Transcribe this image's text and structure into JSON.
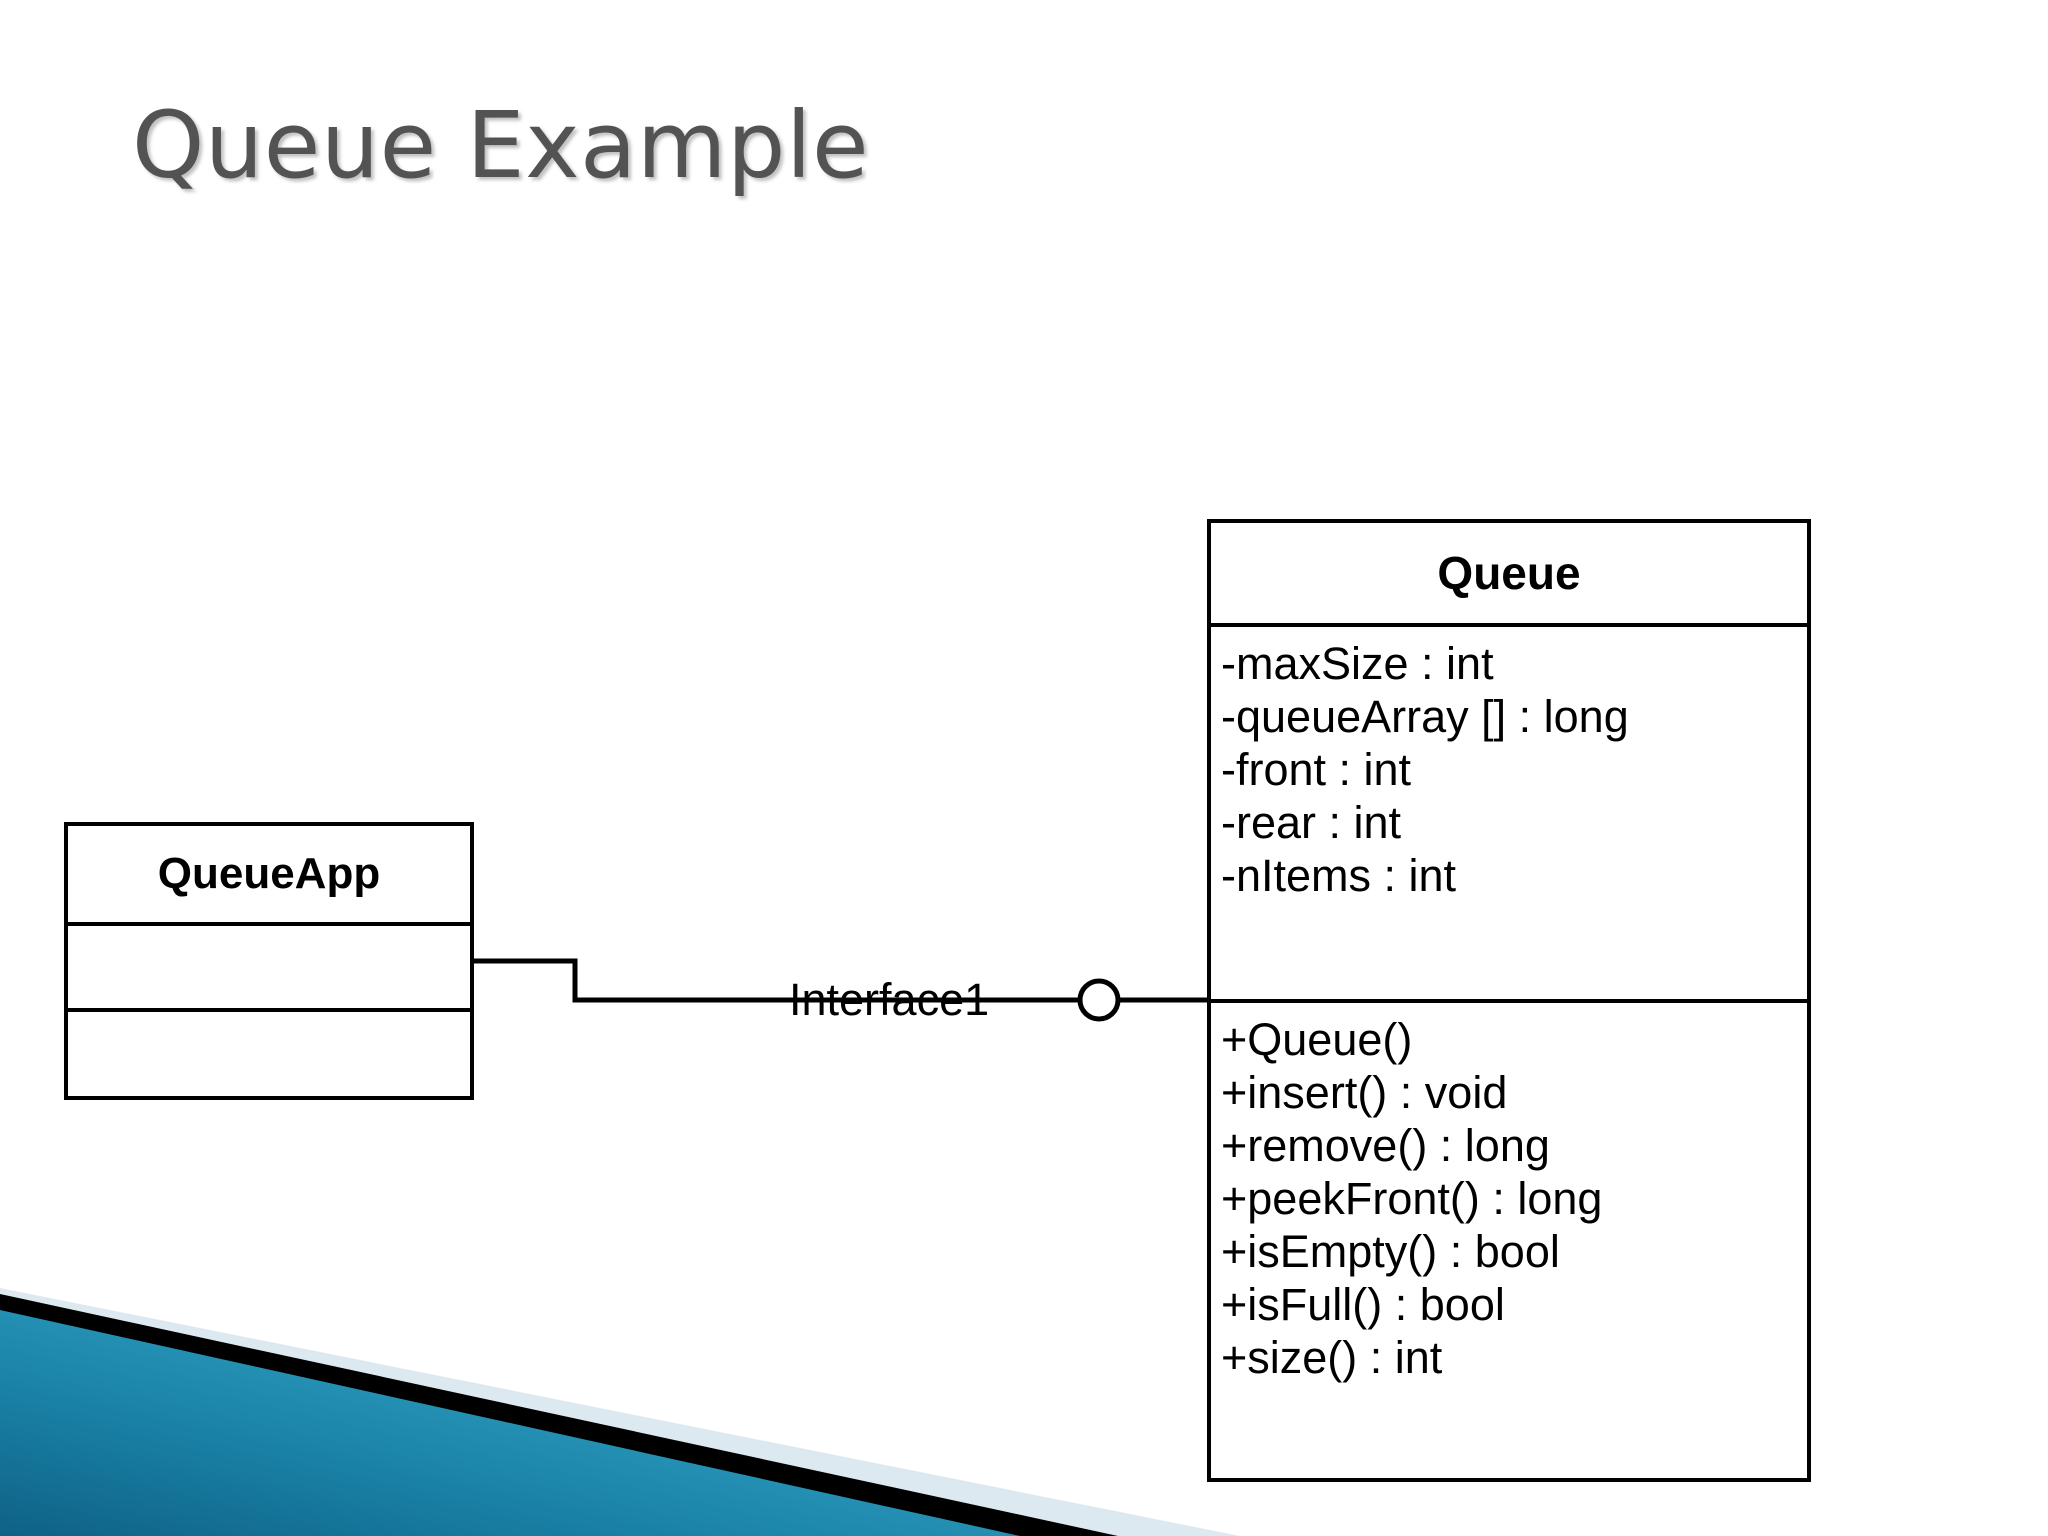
{
  "slide": {
    "title": "Queue Example",
    "background_color": "#ffffff"
  },
  "theme": {
    "name": "flow-corner-decoration",
    "teal_dark": "#10698F",
    "teal_light": "#35A4C4",
    "stripe_black": "#000000",
    "stripe_pale": "#DDE9F0"
  },
  "diagram": {
    "type": "uml-class-diagram",
    "line_color": "#000000",
    "classes": [
      {
        "id": "queueapp",
        "name": "QueueApp",
        "attributes": [],
        "operations": []
      },
      {
        "id": "queue",
        "name": "Queue",
        "attributes": [
          "-maxSize : int",
          "-queueArray [] : long",
          "-front : int",
          "-rear : int",
          "-nItems : int"
        ],
        "operations": [
          "+Queue()",
          "+insert() : void",
          "+remove() : long",
          "+peekFront() : long",
          "+isEmpty() : bool",
          "+isFull() : bool",
          "+size() : int"
        ]
      }
    ],
    "connector": {
      "label": "Interface1",
      "notation": "provided-interface-lollipop",
      "from": "queueapp",
      "to": "queue"
    }
  }
}
